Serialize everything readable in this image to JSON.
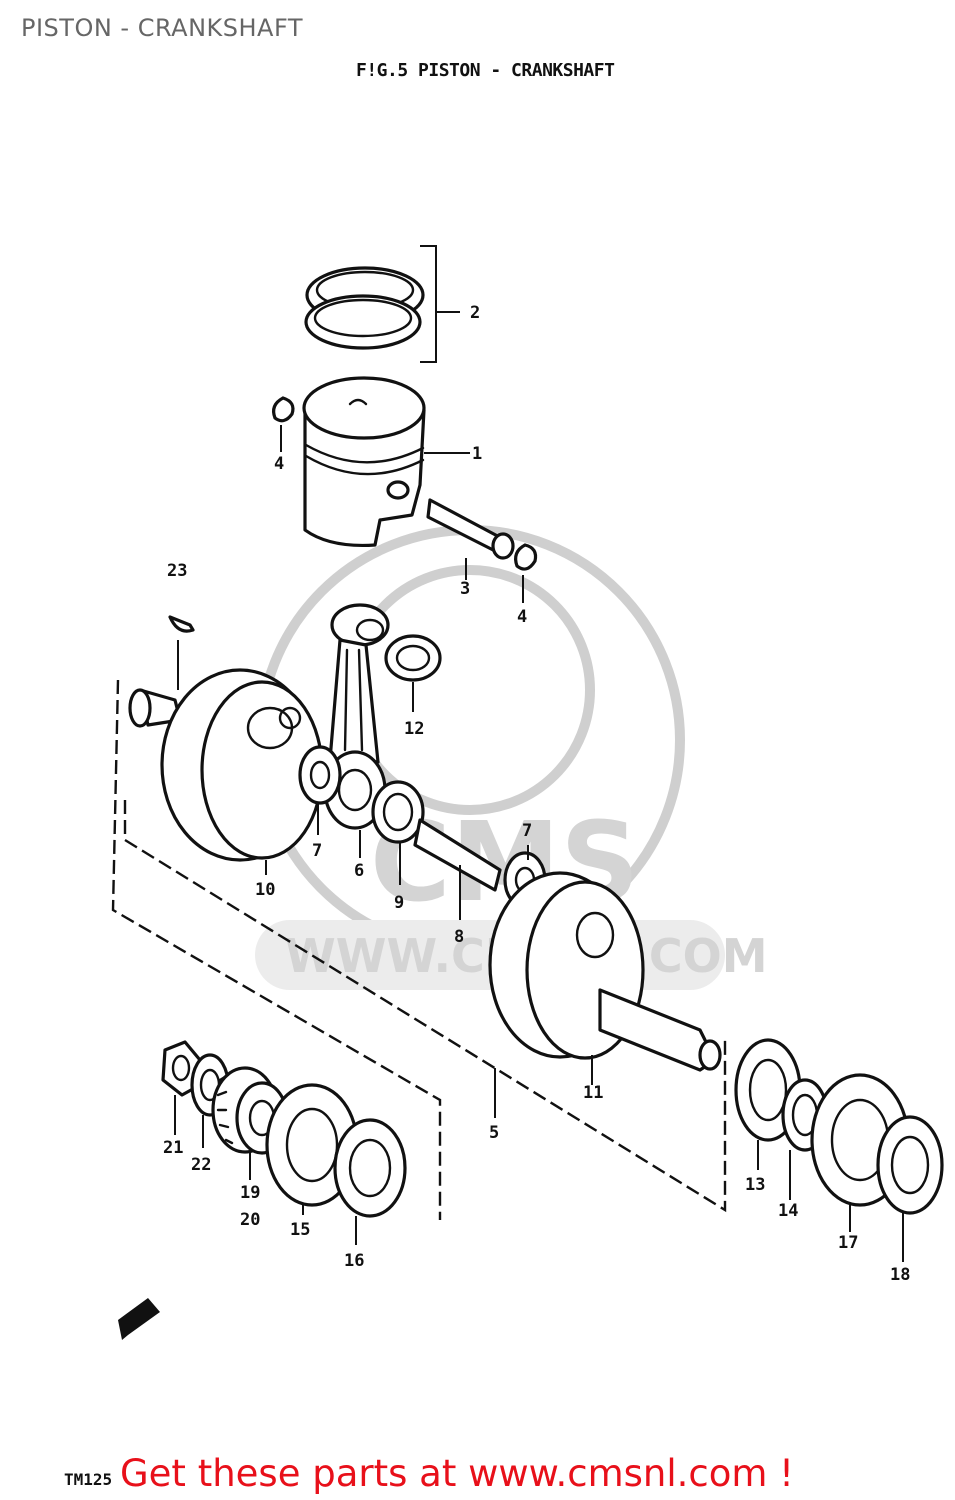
{
  "page": {
    "title": "PISTON - CRANKSHAFT"
  },
  "figure": {
    "title": "F!G.5  PISTON - CRANKSHAFT"
  },
  "watermark": {
    "text": "WWW.CMSNL.COM",
    "logo": "CMS"
  },
  "footer": {
    "model_code": "TM125",
    "cta": "Get these parts at www.cmsnl.com !"
  },
  "callouts": {
    "c1": "1",
    "c2": "2",
    "c3": "3",
    "c4a": "4",
    "c4b": "4",
    "c5": "5",
    "c6": "6",
    "c7a": "7",
    "c7b": "7",
    "c8": "8",
    "c9": "9",
    "c10": "10",
    "c11": "11",
    "c12": "12",
    "c13": "13",
    "c14": "14",
    "c15": "15",
    "c16": "16",
    "c17": "17",
    "c18": "18",
    "c19": "19",
    "c20": "20",
    "c21": "21",
    "c22": "22",
    "c23": "23"
  },
  "icons": {
    "front_arrow": "front-direction-arrow-icon"
  }
}
